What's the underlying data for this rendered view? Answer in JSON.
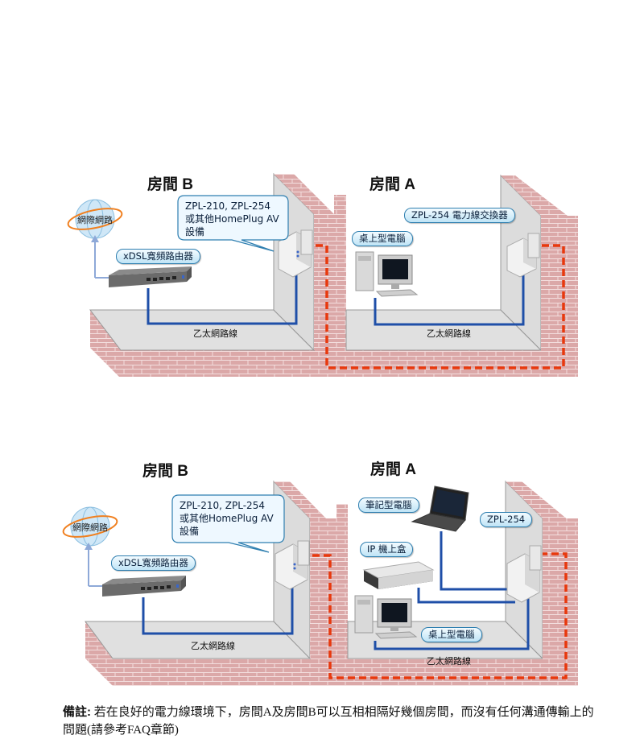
{
  "diagram1": {
    "room_b": "房間 B",
    "room_a": "房間 A",
    "internet": "網際網路",
    "adapter_bubble_line1": "ZPL-210, ZPL-254",
    "adapter_bubble_line2": "或其他HomePlug AV",
    "adapter_bubble_line3": "設備",
    "router_label": "xDSL寬頻路由器",
    "desktop_label": "桌上型電腦",
    "powerline_label": "ZPL-254 電力線交換器",
    "ethernet_b": "乙太網路線",
    "ethernet_a": "乙太網路線"
  },
  "diagram2": {
    "room_b": "房間 B",
    "room_a": "房間 A",
    "internet": "網際網路",
    "adapter_bubble_line1": "ZPL-210, ZPL-254",
    "adapter_bubble_line2": "或其他HomePlug AV",
    "adapter_bubble_line3": "設備",
    "router_label": "xDSL寬頻路由器",
    "laptop_label": "筆記型電腦",
    "zpl_label": "ZPL-254",
    "ipbox_label": "IP 機上盒",
    "desktop_label": "桌上型電腦",
    "ethernet_b": "乙太網路線",
    "ethernet_a": "乙太網路線"
  },
  "footnote": {
    "label": "備註:",
    "text": "若在良好的電力線環境下，房間A及房間B可以互相相隔好幾個房間，而沒有任何溝通傳輸上的問題(請參考FAQ章節)"
  },
  "colors": {
    "brick": "#d9a3a3",
    "floor": "#dcdcdc",
    "power_line": "#e8380d",
    "ethernet_cable": "#1f4fa8",
    "label_border": "#2f7fb0"
  }
}
